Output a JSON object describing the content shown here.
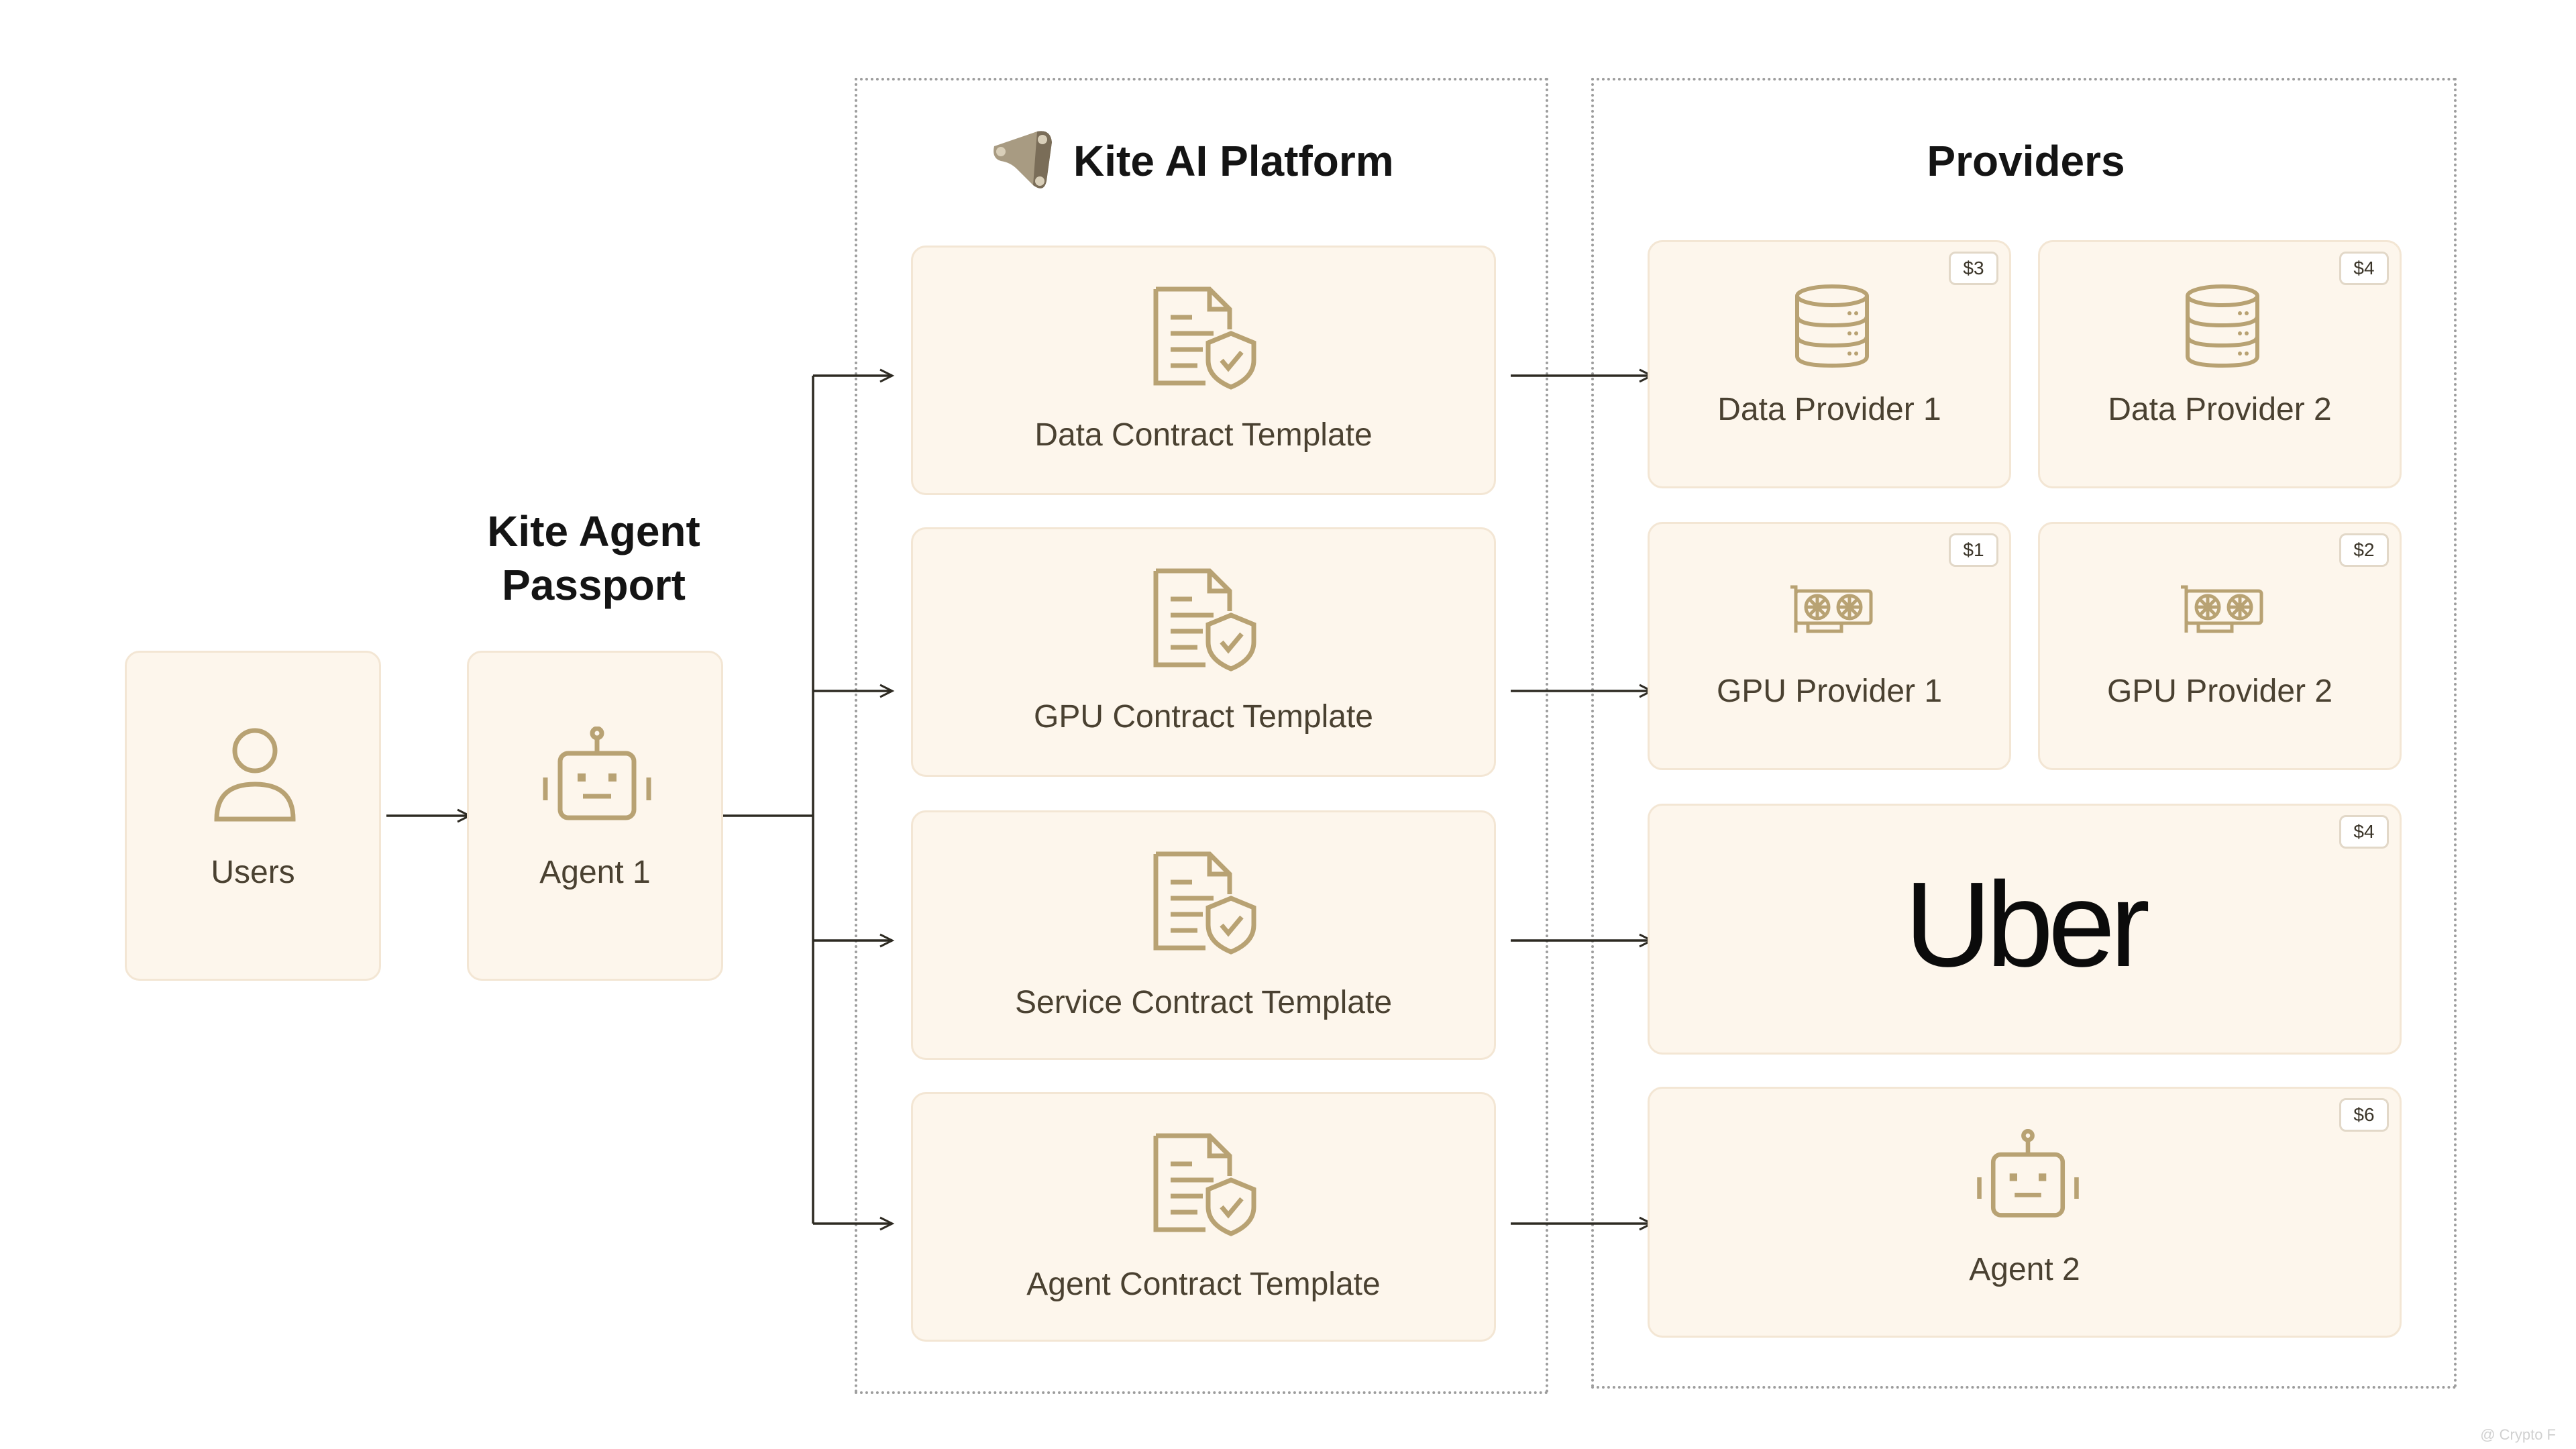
{
  "headings": {
    "passport_line1": "Kite Agent",
    "passport_line2": "Passport",
    "platform": "Kite AI Platform",
    "providers": "Providers"
  },
  "users": {
    "label": "Users",
    "icon": "user-icon"
  },
  "agent1": {
    "label": "Agent 1",
    "icon": "robot-icon"
  },
  "templates": [
    {
      "label": "Data Contract Template",
      "icon": "contract-shield-icon"
    },
    {
      "label": "GPU Contract Template",
      "icon": "contract-shield-icon"
    },
    {
      "label": "Service Contract Template",
      "icon": "contract-shield-icon"
    },
    {
      "label": "Agent Contract Template",
      "icon": "contract-shield-icon"
    }
  ],
  "providers": {
    "data1": {
      "label": "Data Provider 1",
      "price": "$3",
      "icon": "database-icon"
    },
    "data2": {
      "label": "Data Provider 2",
      "price": "$4",
      "icon": "database-icon"
    },
    "gpu1": {
      "label": "GPU Provider 1",
      "price": "$1",
      "icon": "gpu-card-icon"
    },
    "gpu2": {
      "label": "GPU Provider 2",
      "price": "$2",
      "icon": "gpu-card-icon"
    },
    "uber": {
      "logo_text": "Uber",
      "price": "$4"
    },
    "agent2": {
      "label": "Agent 2",
      "price": "$6",
      "icon": "robot-icon"
    }
  },
  "colors": {
    "card_bg": "#fdf6ec",
    "card_border": "#f3e6d4",
    "icon": "#b8a273",
    "arrow": "#2d2a22"
  },
  "watermark": "@ Crypto F"
}
